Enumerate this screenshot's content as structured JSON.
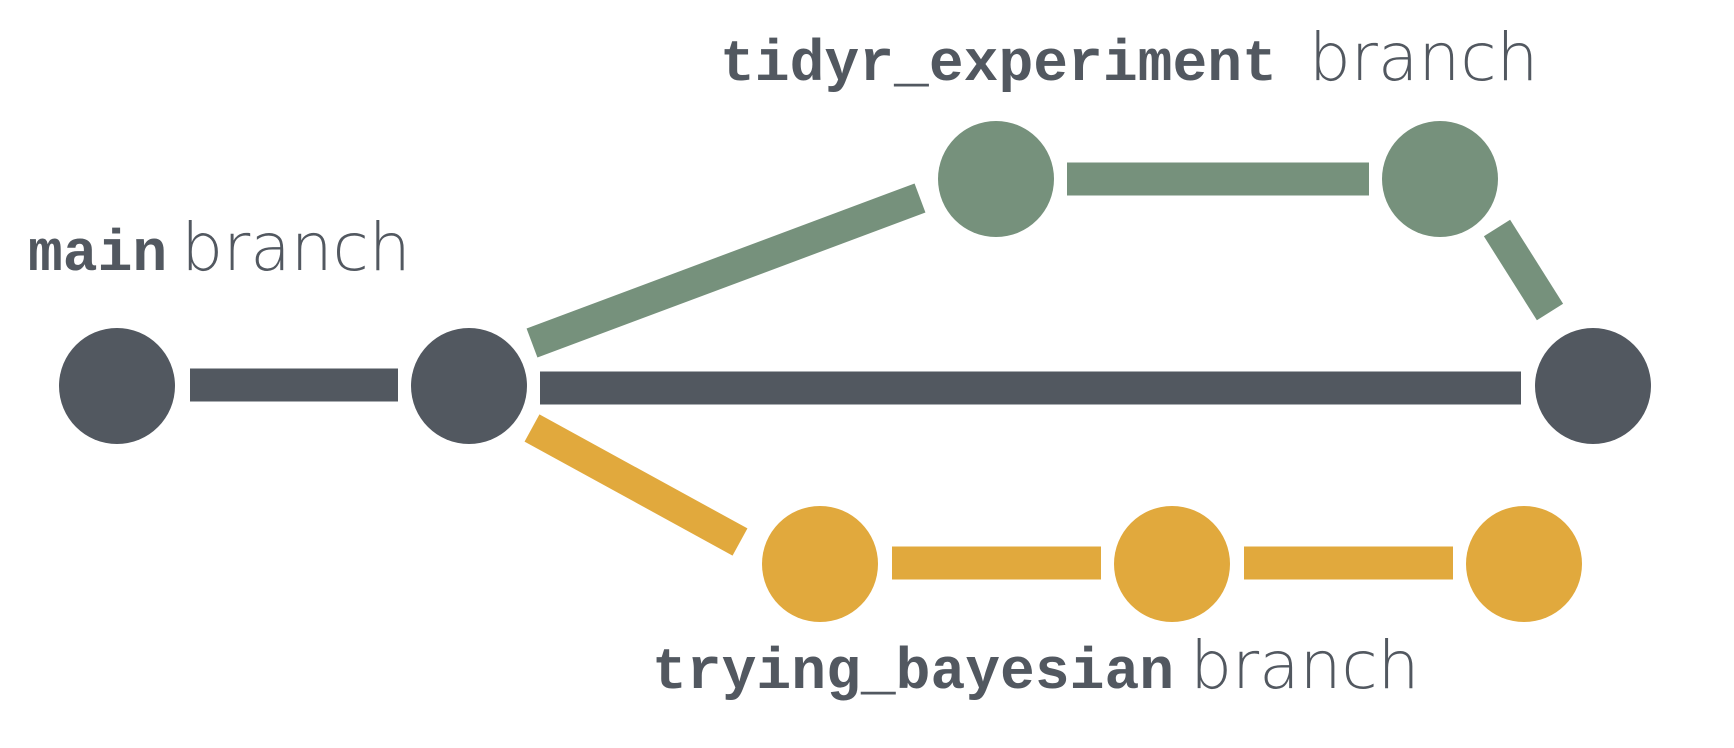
{
  "diagram": {
    "colors": {
      "main": "#525860",
      "tidyr": "#76917c",
      "bayes": "#e1a93d",
      "label": "#525860"
    },
    "labels": {
      "main": {
        "name": "main",
        "suffix": "branch"
      },
      "tidyr": {
        "name": "tidyr_experiment",
        "suffix": "branch"
      },
      "bayes": {
        "name": "trying_bayesian",
        "suffix": "branch"
      }
    },
    "commits": [
      {
        "branch": "main"
      },
      {
        "branch": "main"
      },
      {
        "branch": "main"
      },
      {
        "branch": "tidyr_experiment"
      },
      {
        "branch": "tidyr_experiment"
      },
      {
        "branch": "trying_bayesian"
      },
      {
        "branch": "trying_bayesian"
      },
      {
        "branch": "trying_bayesian"
      }
    ]
  }
}
